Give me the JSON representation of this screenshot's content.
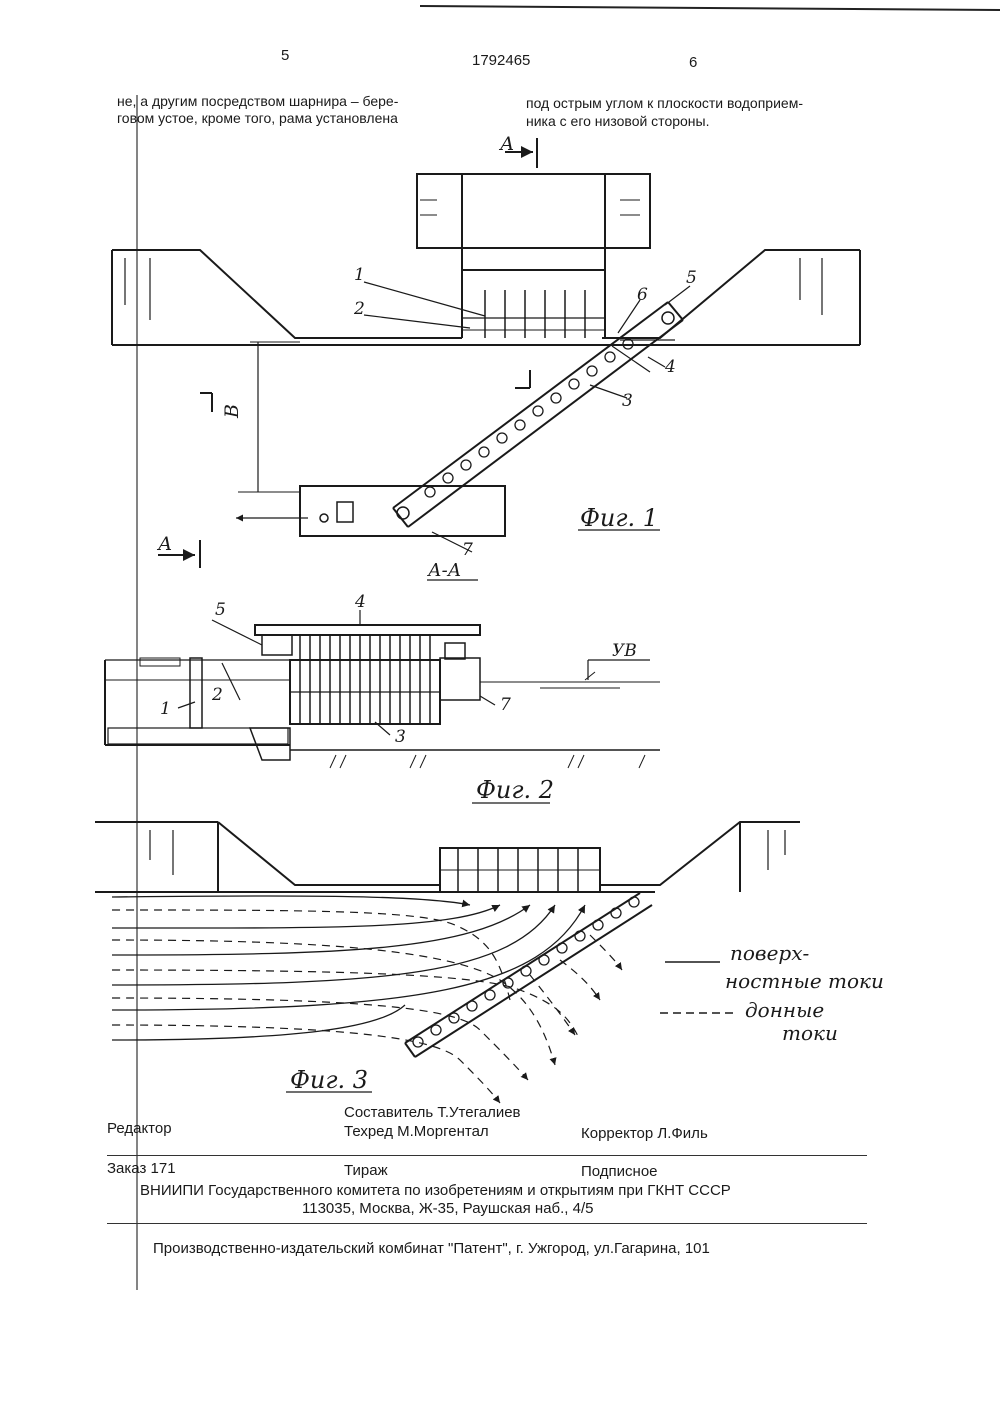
{
  "header": {
    "page_left": "5",
    "patent_number": "1792465",
    "page_right": "6"
  },
  "body_text": {
    "left_line1": "не, а другим посредством шарнира – бере-",
    "left_line2": "говом устое, кроме того, рама установлена",
    "right_line1": "под острым углом к плоскости водоприем-",
    "right_line2": "ника с его низовой стороны."
  },
  "figure1": {
    "caption": "Фиг. 1",
    "section_mark": "А",
    "dimension": "В",
    "labels": [
      "1",
      "2",
      "3",
      "4",
      "5",
      "6",
      "7"
    ]
  },
  "figure2": {
    "caption": "Фиг. 2",
    "section_title": "А-А",
    "water_level": "УВ",
    "labels": [
      "1",
      "2",
      "3",
      "4",
      "5",
      "7"
    ]
  },
  "figure3": {
    "caption": "Фиг. 3",
    "legend": [
      {
        "line1": "поверх-",
        "line2": "ностные токи"
      },
      {
        "line1": "донные",
        "line2": "токи"
      }
    ]
  },
  "colophon": {
    "editor": "Редактор",
    "compiler": "Составитель  Т.Утегалиев",
    "techred": "Техред М.Моргентал",
    "corrector": "Корректор  Л.Филь",
    "order": "Заказ  171",
    "circulation": "Тираж",
    "subscription": "Подписное",
    "org_line1": "ВНИИПИ Государственного комитета по изобретениям и открытиям при ГКНТ СССР",
    "org_line2": "113035, Москва, Ж-35, Раушская наб., 4/5",
    "printer": "Производственно-издательский комбинат \"Патент\", г. Ужгород, ул.Гагарина, 101"
  }
}
